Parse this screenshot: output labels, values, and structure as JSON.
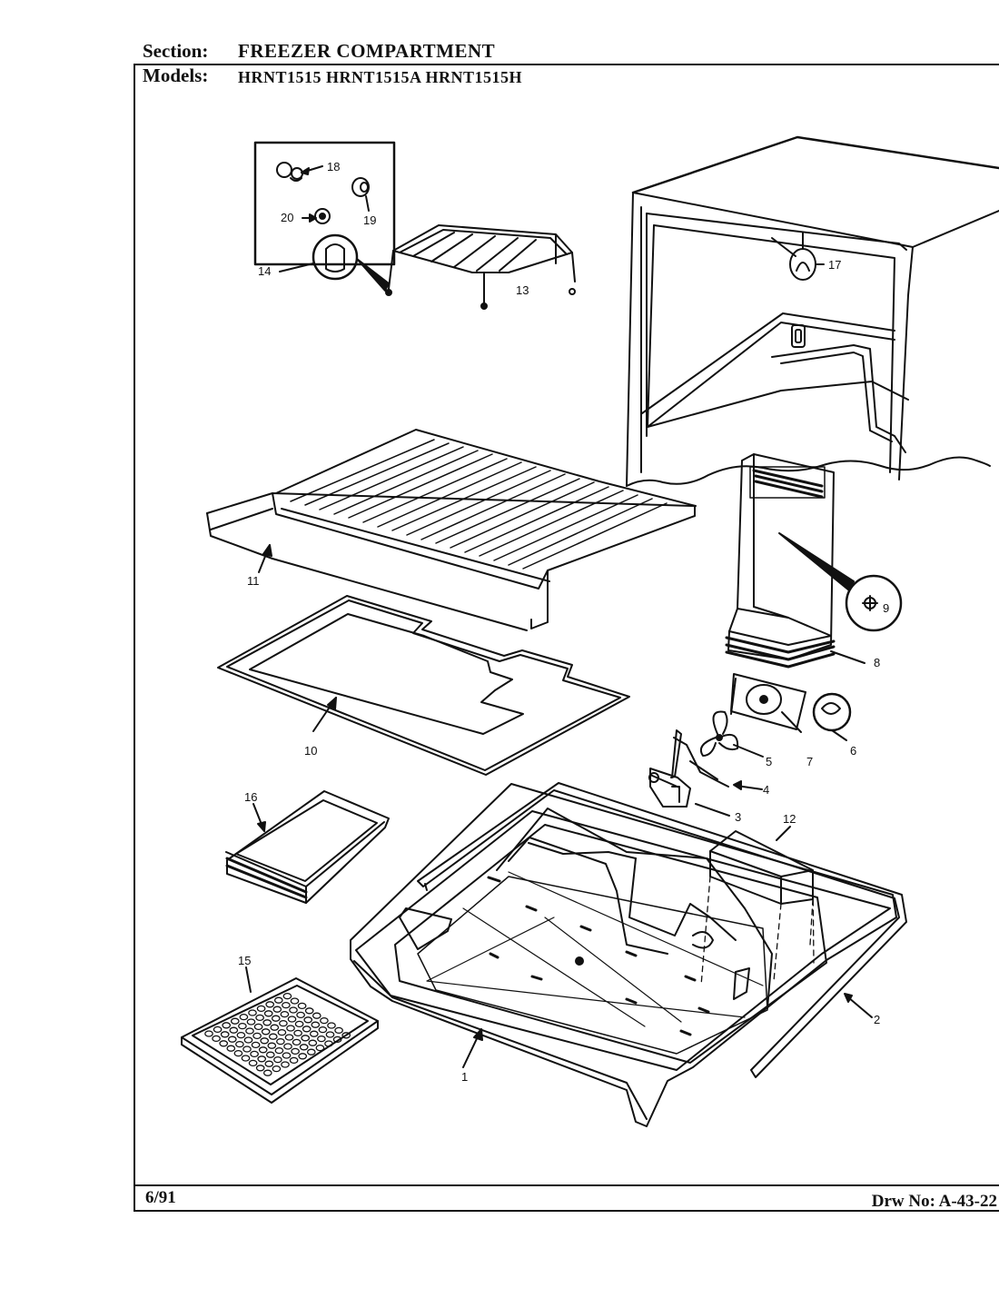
{
  "header": {
    "section_label": "Section:",
    "section_value": "FREEZER COMPARTMENT",
    "models_label": "Models:",
    "models_value": "HRNT1515  HRNT1515A  HRNT1515H"
  },
  "footer": {
    "date": "6/91",
    "drawing_number": "Drw No: A-43-22"
  },
  "callouts": {
    "c1": "1",
    "c2": "2",
    "c3": "3",
    "c4": "4",
    "c5": "5",
    "c6": "6",
    "c7": "7",
    "c8": "8",
    "c9": "9",
    "c10": "10",
    "c11": "11",
    "c12": "12",
    "c13": "13",
    "c14": "14",
    "c15": "15",
    "c16": "16",
    "c17": "17",
    "c18": "18",
    "c19": "19",
    "c20": "20"
  },
  "colors": {
    "ink": "#111111",
    "paper": "#ffffff",
    "hatch": "#333333"
  }
}
